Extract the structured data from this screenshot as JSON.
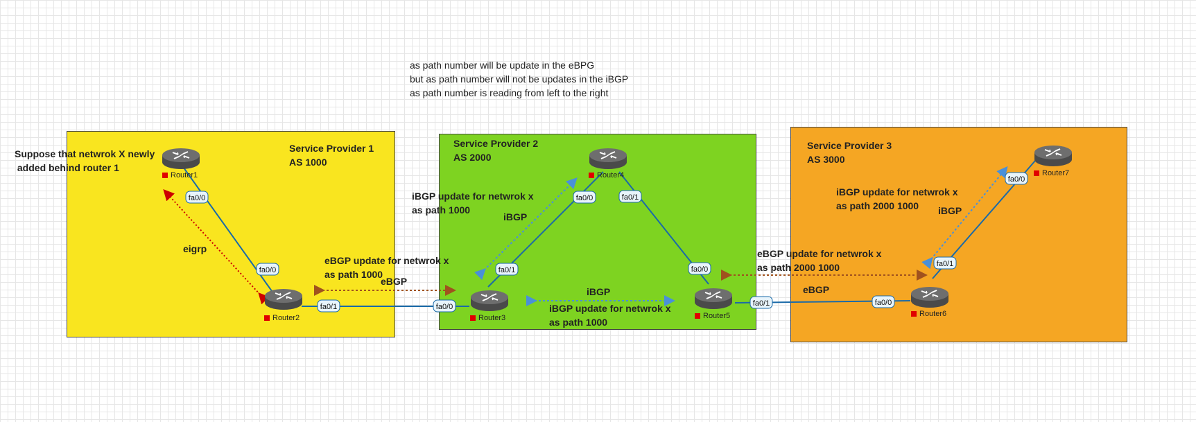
{
  "notes": [
    "as path number will be update in the eBPG",
    "but as path number will not be updates in the iBGP",
    "as path number is reading from left to the right"
  ],
  "zones": {
    "sp1": {
      "title": "Service Provider 1",
      "as": "AS 1000",
      "color": "#f9e51f"
    },
    "sp2": {
      "title": "Service Provider 2",
      "as": "AS 2000",
      "color": "#7ed321"
    },
    "sp3": {
      "title": "Service Provider 3",
      "as": "AS 3000",
      "color": "#f5a623"
    }
  },
  "suppose": [
    "Suppose that netwrok X newly",
    " added behind router 1"
  ],
  "routers": [
    "Router1",
    "Router2",
    "Router3",
    "Router4",
    "Router5",
    "Router6",
    "Router7"
  ],
  "interfaces": {
    "r1_fa00": "fa0/0",
    "r2_fa00": "fa0/0",
    "r2_fa01": "fa0/1",
    "r3_fa00": "fa0/0",
    "r3_fa01": "fa0/1",
    "r4_fa00": "fa0/0",
    "r4_fa01": "fa0/1",
    "r5_fa00": "fa0/0",
    "r5_fa01": "fa0/1",
    "r6_fa00": "fa0/0",
    "r6_fa01": "fa0/1",
    "r7_fa00": "fa0/0"
  },
  "labels": {
    "eigrp": "eigrp",
    "ebgp_r2r3_update": [
      "eBGP update for netwrok x",
      "as path 1000"
    ],
    "ebgp_r2r3": "eBGP",
    "ibgp_r3r4_update": [
      "iBGP update for netwrok x",
      "as path 1000"
    ],
    "ibgp_r3r4": "iBGP",
    "ibgp_r3r5": "iBGP",
    "ibgp_r3r5_update": [
      "iBGP update for netwrok x",
      "as path 1000"
    ],
    "ebgp_r5r6_update": [
      "eBGP update for netwrok x",
      "as path 2000 1000"
    ],
    "ebgp_r5r6": "eBGP",
    "ibgp_r6r7_update": [
      "iBGP update for netwrok x",
      "as path 2000 1000"
    ],
    "ibgp_r6r7": "iBGP"
  },
  "colors": {
    "link": "#1a6aa8",
    "eigrp_arrow": "#cc0000",
    "ebgp_arrow": "#a0521e",
    "ibgp_arrow": "#4a90d9"
  }
}
